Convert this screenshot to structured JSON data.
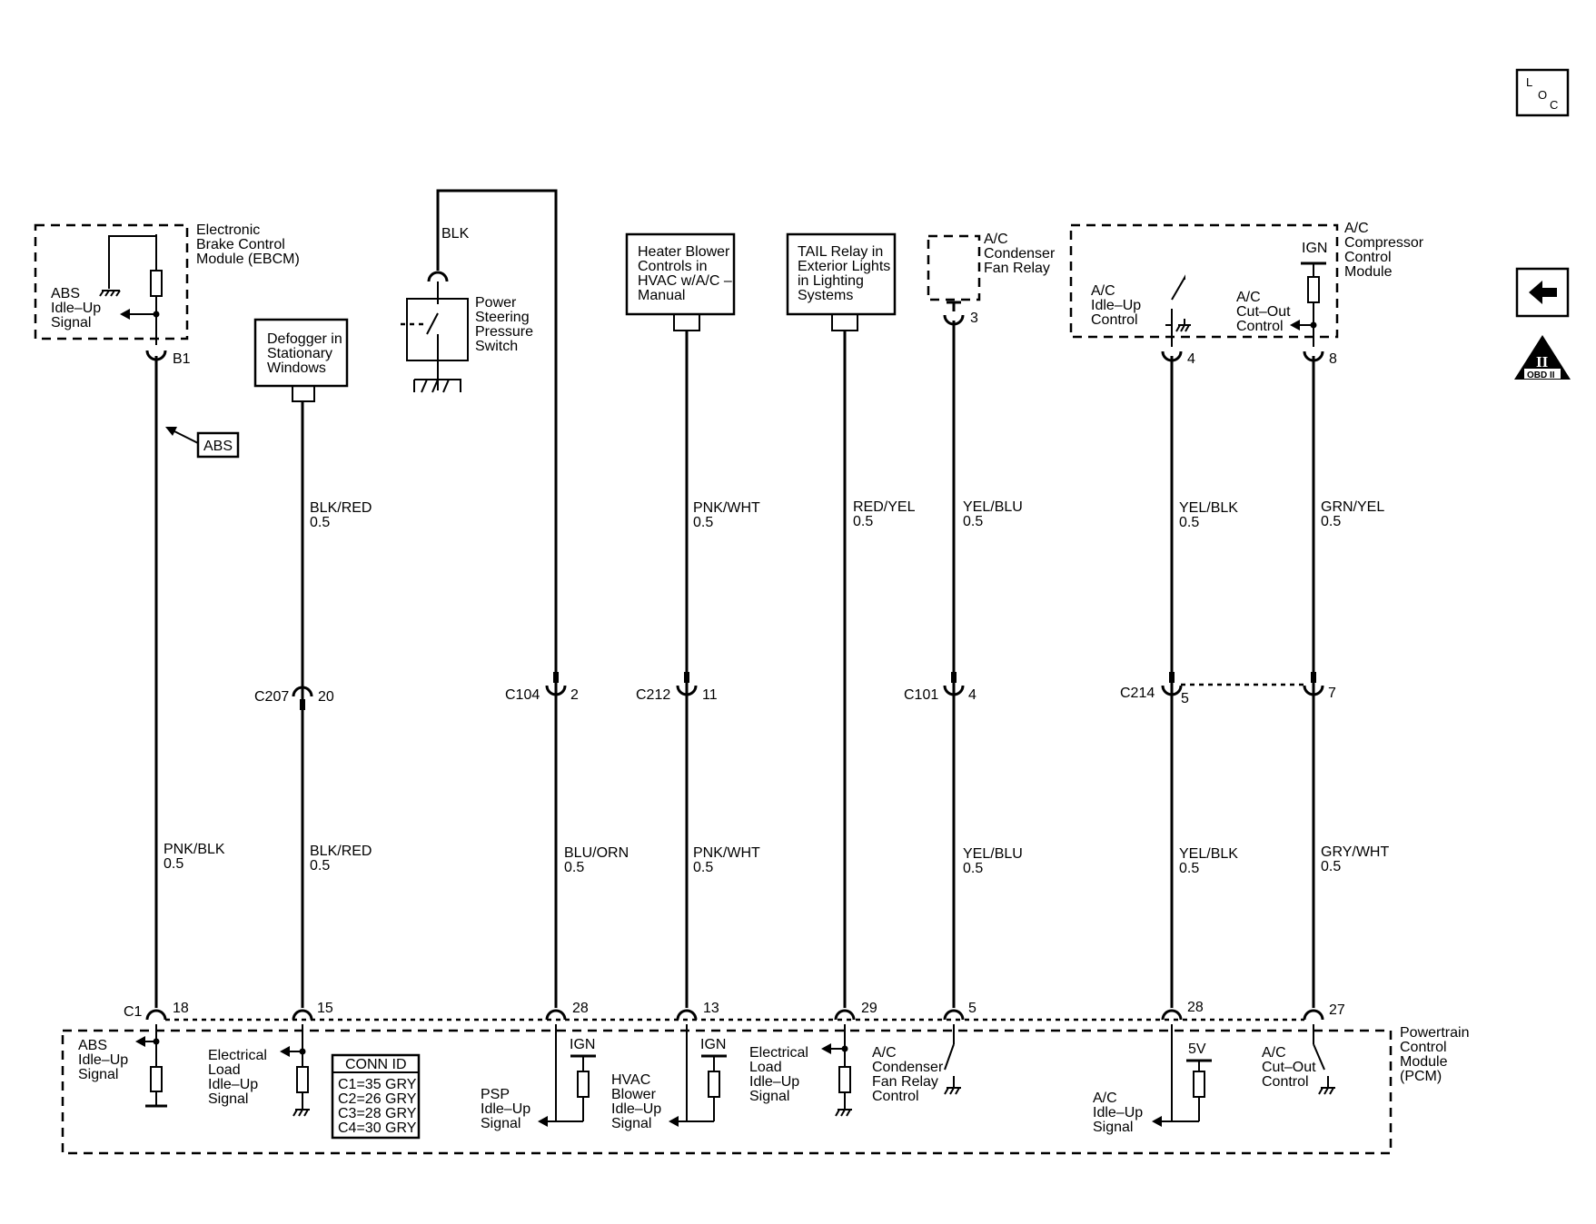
{
  "nav": {
    "loc_l": "L",
    "loc_o": "O",
    "loc_c": "C",
    "obd_numeral": "II",
    "obd_label": "OBD II"
  },
  "components": {
    "ebcm": [
      "Electronic",
      "Brake Control",
      "Module (EBCM)"
    ],
    "ebcm_signal": [
      "ABS",
      "Idle–Up",
      "Signal"
    ],
    "defogger": [
      "Defogger in",
      "Stationary",
      "Windows"
    ],
    "psp_switch": [
      "Power",
      "Steering",
      "Pressure",
      "Switch"
    ],
    "heater_blower": [
      "Heater Blower",
      "Controls in",
      "HVAC w/A/C –",
      "Manual"
    ],
    "tail_relay": [
      "TAIL Relay in",
      "Exterior Lights",
      "in Lighting",
      "Systems"
    ],
    "ac_fan_relay": [
      "A/C",
      "Condenser",
      "Fan Relay"
    ],
    "ac_compressor": [
      "A/C",
      "Compressor",
      "Control",
      "Module"
    ],
    "ac_idle_up_control": [
      "A/C",
      "Idle–Up",
      "Control"
    ],
    "ac_cutout_control": [
      "A/C",
      "Cut–Out",
      "Control"
    ],
    "ign": "IGN",
    "abs_ref": "ABS",
    "pcm": [
      "Powertrain",
      "Control",
      "Module",
      "(PCM)"
    ]
  },
  "pcm_internals": {
    "abs_signal": [
      "ABS",
      "Idle–Up",
      "Signal"
    ],
    "elec_load_1": [
      "Electrical",
      "Load",
      "Idle–Up",
      "Signal"
    ],
    "psp_signal": [
      "PSP",
      "Idle–Up",
      "Signal"
    ],
    "hvac_signal": [
      "HVAC",
      "Blower",
      "Idle–Up",
      "Signal"
    ],
    "elec_load_2": [
      "Electrical",
      "Load",
      "Idle–Up",
      "Signal"
    ],
    "fan_relay_ctrl": [
      "A/C",
      "Condenser",
      "Fan Relay",
      "Control"
    ],
    "ac_idle_signal": [
      "A/C",
      "Idle–Up",
      "Signal"
    ],
    "ac_cutout": [
      "A/C",
      "Cut–Out",
      "Control"
    ],
    "ign_1": "IGN",
    "ign_2": "IGN",
    "five_v": "5V"
  },
  "conn_id": {
    "title": "CONN ID",
    "rows": [
      "C1=35 GRY",
      "C2=26 GRY",
      "C3=28 GRY",
      "C4=30 GRY"
    ]
  },
  "wires": [
    {
      "upper": "",
      "lower": "PNK/BLK",
      "gauge": "0.5"
    },
    {
      "upper": "BLK/RED",
      "lower": "BLK/RED",
      "gauge": "0.5"
    },
    {
      "upper": "BLK",
      "lower": "BLU/ORN",
      "gauge": "0.5"
    },
    {
      "upper": "PNK/WHT",
      "lower": "PNK/WHT",
      "gauge": "0.5"
    },
    {
      "upper": "RED/YEL",
      "lower": "",
      "gauge": "0.5"
    },
    {
      "upper": "YEL/BLU",
      "lower": "YEL/BLU",
      "gauge": "0.5"
    },
    {
      "upper": "YEL/BLK",
      "lower": "YEL/BLK",
      "gauge": "0.5"
    },
    {
      "upper": "GRN/YEL",
      "lower": "GRY/WHT",
      "gauge": "0.5"
    }
  ],
  "connectors": {
    "ebcm_pin": "B1",
    "fan_relay_pin": "3",
    "comp_pin_a": "4",
    "comp_pin_b": "8",
    "c207": "C207",
    "c207_pin": "20",
    "c104": "C104",
    "c104_pin": "2",
    "c212": "C212",
    "c212_pin": "11",
    "c101": "C101",
    "c101_pin": "4",
    "c214": "C214",
    "c214_pin_a": "5",
    "c214_pin_b": "7",
    "c1": "C1",
    "pcm_pins": [
      "18",
      "15",
      "28",
      "13",
      "29",
      "5",
      "28",
      "27"
    ]
  }
}
